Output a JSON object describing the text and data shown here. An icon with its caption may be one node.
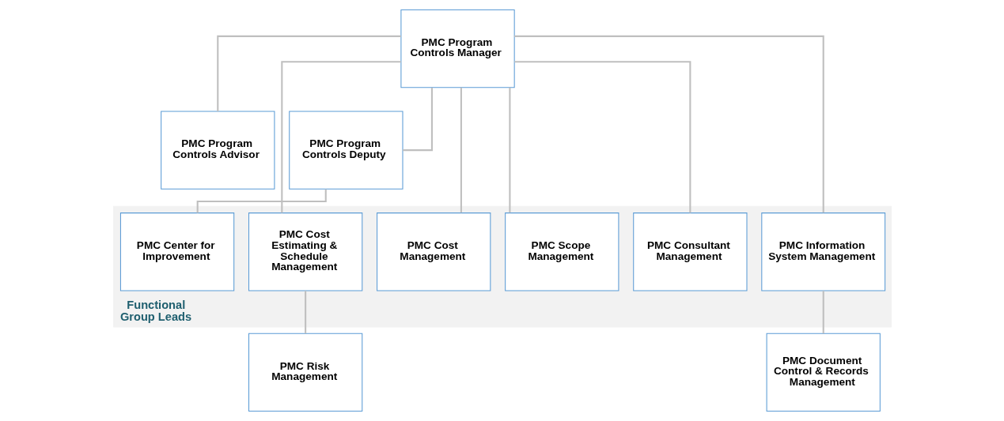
{
  "diagram": {
    "nodes": [
      {
        "text": [
          "PMC Program Controls Manager"
        ]
      },
      {
        "text": [
          "PMC Program Controls Advisor"
        ]
      },
      {
        "text": [
          "PMC Program Controls Deputy"
        ]
      },
      {
        "text": [
          "Functional Group Leads"
        ]
      },
      {
        "text": [
          "PMC Cost Estimating & Schedule Management"
        ],
        "in": 3
      },
      {
        "text": [
          "PMC Cost Management"
        ],
        "in": 3
      },
      {
        "text": [
          "PMC Scope Management"
        ],
        "in": 3
      },
      {
        "text": [
          "PMC Consultant Management"
        ],
        "in": 3
      },
      {
        "text": [
          "PMC Information System Management"
        ],
        "in": 3
      },
      {
        "text": [
          "PMC Center for Improvement"
        ],
        "in": 3
      },
      {
        "text": [
          "PMC Risk Management"
        ]
      },
      {
        "text": [
          "PMC Document Control & Records Management"
        ]
      }
    ],
    "edges": [
      {
        "from": 0,
        "to": 1,
        "arrow": "none"
      },
      {
        "from": 0,
        "to": 4,
        "arrow": "none"
      },
      {
        "from": 0,
        "to": 5,
        "arrow": "none"
      },
      {
        "from": 0,
        "to": 6,
        "arrow": "none"
      },
      {
        "from": 0,
        "to": 7,
        "arrow": "none"
      },
      {
        "from": 0,
        "to": 8,
        "arrow": "none"
      },
      {
        "from": 0,
        "to": 2,
        "arrow": "none"
      },
      {
        "from": 2,
        "to": 9,
        "arrow": "none"
      },
      {
        "from": 4,
        "to": 10,
        "arrow": "none"
      },
      {
        "from": 8,
        "to": 11,
        "arrow": "none"
      }
    ]
  }
}
